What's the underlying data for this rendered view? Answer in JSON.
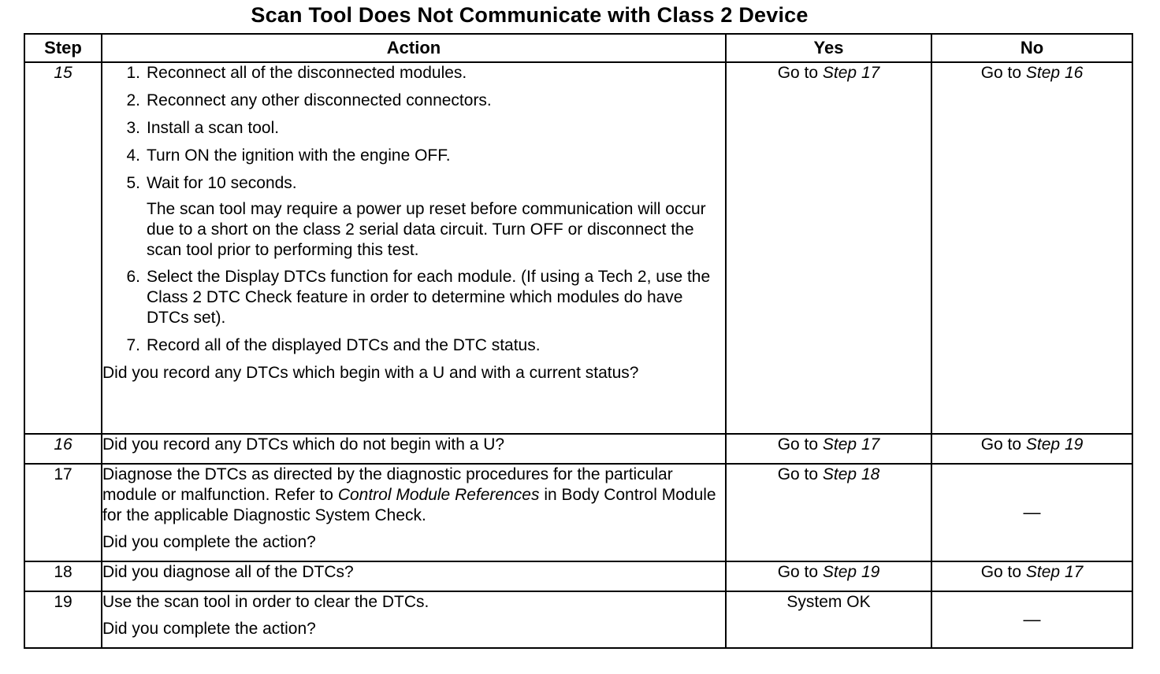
{
  "title": "Scan Tool Does Not Communicate with Class 2 Device",
  "headers": {
    "step": "Step",
    "action": "Action",
    "yes": "Yes",
    "no": "No"
  },
  "rows": [
    {
      "step": "15",
      "items": [
        "Reconnect all of the disconnected modules.",
        "Reconnect any other disconnected connectors.",
        "Install a scan tool.",
        "Turn ON the ignition with the engine OFF.",
        "Wait for 10 seconds.",
        "Select the Display DTCs function for each module. (If using a Tech 2, use the Class 2 DTC Check feature in order to determine which modules do have DTCs set).",
        "Record all of the displayed DTCs and the DTC status."
      ],
      "item_numbers": [
        "1.",
        "2.",
        "3.",
        "4.",
        "5.",
        "6.",
        "7."
      ],
      "note": "The scan tool may require a power up reset before communication will occur due to a short on the class 2 serial data circuit. Turn OFF or disconnect the scan tool prior to performing this test.",
      "question": "Did you record any DTCs which begin with a U and with a current status?",
      "yes_prefix": "Go to",
      "yes_step": "Step 17",
      "no_prefix": "Go to",
      "no_step": "Step 16"
    },
    {
      "step": "16",
      "question": "Did you record any DTCs which do not begin with a U?",
      "yes_prefix": "Go to",
      "yes_step": "Step 17",
      "no_prefix": "Go to",
      "no_step": "Step 19"
    },
    {
      "step": "17",
      "text_before": "Diagnose the DTCs as directed by the diagnostic procedures for the particular module or malfunction. Refer to",
      "text_ref": "Control Module References",
      "text_after": "in Body Control Module for the applicable Diagnostic System Check.",
      "question": "Did you complete the action?",
      "yes_prefix": "Go to",
      "yes_step": "Step 18",
      "no": "—"
    },
    {
      "step": "18",
      "question": "Did you diagnose all of the DTCs?",
      "yes_prefix": "Go to",
      "yes_step": "Step 19",
      "no_prefix": "Go to",
      "no_step": "Step 17"
    },
    {
      "step": "19",
      "text": "Use the scan tool in order to clear the DTCs.",
      "question": "Did you complete the action?",
      "yes": "System OK",
      "no": "—"
    }
  ]
}
